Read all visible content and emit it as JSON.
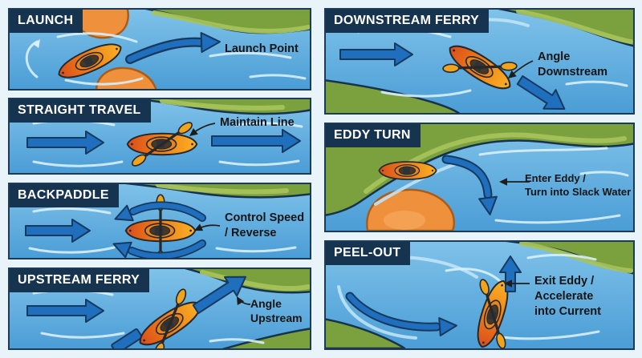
{
  "diagram": {
    "panels": [
      {
        "id": "launch",
        "title": "LAUNCH",
        "annotation": "Launch Point"
      },
      {
        "id": "straight-travel",
        "title": "STRAIGHT TRAVEL",
        "annotation": "Maintain Line"
      },
      {
        "id": "backpaddle",
        "title": "BACKPADDLE",
        "annotation": "Control Speed\n/ Reverse"
      },
      {
        "id": "upstream-ferry",
        "title": "UPSTREAM FERRY",
        "annotation": "Angle\nUpstream"
      },
      {
        "id": "downstream-ferry",
        "title": "DOWNSTREAM FERRY",
        "annotation": "Angle\nDownstream"
      },
      {
        "id": "eddy-turn",
        "title": "EDDY TURN",
        "annotation": "Enter Eddy /\nTurn into Slack Water"
      },
      {
        "id": "peel-out",
        "title": "PEEL-OUT",
        "annotation": "Exit Eddy /\nAccelerate\ninto Current"
      }
    ],
    "colors": {
      "page_background": "#e9f3fa",
      "panel_border": "#1d3a57",
      "water": "#57a8dd",
      "wave_highlight": "#d9effb",
      "bank_green": "#7ba03e",
      "bank_highlight": "#a7c35b",
      "rock_orange": "#ef913c",
      "kayak_bow": "#d84e1d",
      "kayak_stern": "#f9b126",
      "paddle_blade": "#f0a41e",
      "flow_arrow": "#1f6fbe",
      "flow_arrow_outline": "#17395e",
      "title_background": "#16334f",
      "title_text": "#ffffff",
      "annotation_text": "#151515"
    }
  }
}
